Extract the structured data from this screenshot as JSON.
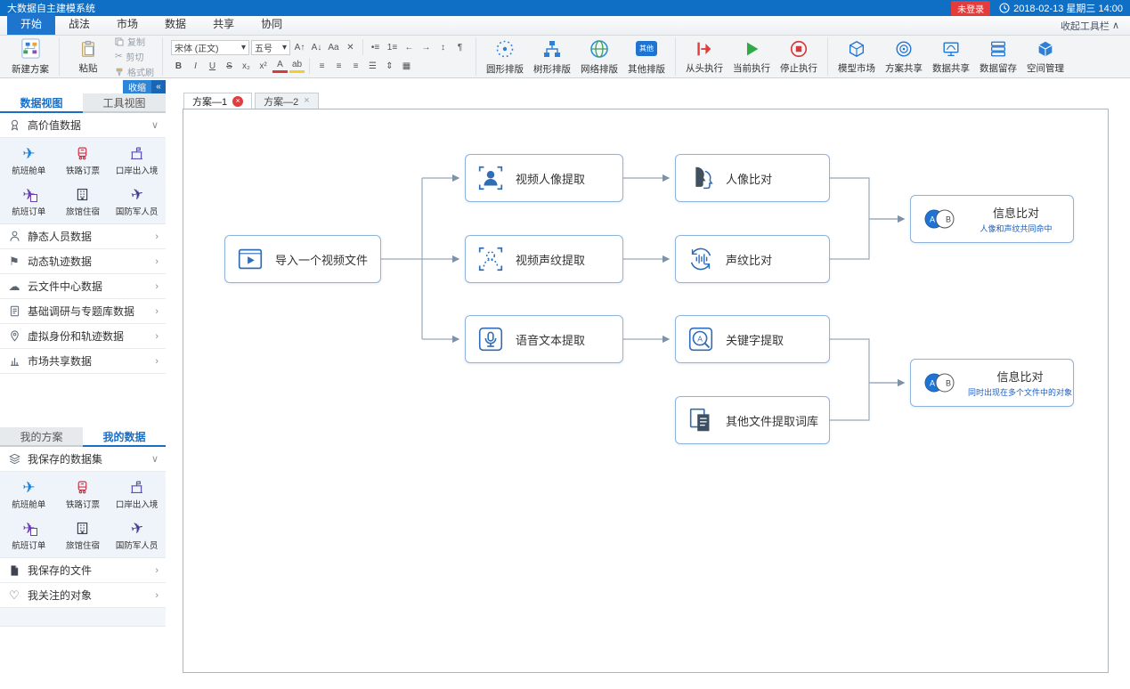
{
  "titlebar": {
    "title": "大数据自主建模系统",
    "login_status": "未登录",
    "datetime": "2018-02-13 星期三 14:00"
  },
  "ribbon": {
    "tabs": [
      {
        "label": "开始"
      },
      {
        "label": "战法"
      },
      {
        "label": "市场"
      },
      {
        "label": "数据"
      },
      {
        "label": "共享"
      },
      {
        "label": "协同"
      }
    ],
    "collapse_label": "收起工具栏",
    "new_plan": "新建方案",
    "clipboard": {
      "paste": "粘贴",
      "copy": "复制",
      "cut": "剪切",
      "format_painter": "格式刷"
    },
    "font": {
      "family": "宋体 (正文)",
      "size": "五号"
    },
    "font_row1": [
      "A↑",
      "A↓",
      "Aa",
      "✕",
      "•≡",
      "1≡",
      "←",
      "→",
      "↕",
      "¶"
    ],
    "font_row2": [
      "B",
      "I",
      "U",
      "S",
      "x₂",
      "x²",
      "A",
      "ab",
      "≡",
      "≡",
      "≡",
      "☰",
      "⇕",
      "▦"
    ],
    "layouts": [
      {
        "label": "圆形排版"
      },
      {
        "label": "树形排版"
      },
      {
        "label": "网络排版"
      },
      {
        "label": "其他排版",
        "badge": "其他"
      }
    ],
    "run": [
      {
        "label": "从头执行"
      },
      {
        "label": "当前执行"
      },
      {
        "label": "停止执行"
      }
    ],
    "manage": [
      {
        "label": "模型市场"
      },
      {
        "label": "方案共享"
      },
      {
        "label": "数据共享"
      },
      {
        "label": "数据留存"
      },
      {
        "label": "空间管理"
      }
    ]
  },
  "sidebar": {
    "collapse_button": "收缩",
    "view_tabs": [
      {
        "label": "数据视图"
      },
      {
        "label": "工具视图"
      }
    ],
    "section_high_value": "高价值数据",
    "dataset_items": [
      {
        "label": "航班舱单"
      },
      {
        "label": "铁路订票"
      },
      {
        "label": "口岸出入境"
      },
      {
        "label": "航班订单"
      },
      {
        "label": "旅馆住宿"
      },
      {
        "label": "国防军人员"
      }
    ],
    "collapsed_sections": [
      {
        "label": "静态人员数据"
      },
      {
        "label": "动态轨迹数据"
      },
      {
        "label": "云文件中心数据"
      },
      {
        "label": "基础调研与专题库数据"
      },
      {
        "label": "虚拟身份和轨迹数据"
      },
      {
        "label": "市场共享数据"
      }
    ],
    "lower_tabs": [
      {
        "label": "我的方案"
      },
      {
        "label": "我的数据"
      }
    ],
    "section_saved": "我保存的数据集",
    "bottom_sections": [
      {
        "label": "我保存的文件"
      },
      {
        "label": "我关注的对象"
      }
    ]
  },
  "canvas": {
    "tabs": [
      {
        "label": "方案—1"
      },
      {
        "label": "方案—2"
      }
    ],
    "nodes": [
      {
        "label": "导入一个视频文件"
      },
      {
        "label": "视频人像提取"
      },
      {
        "label": "视频声纹提取"
      },
      {
        "label": "语音文本提取"
      },
      {
        "label": "人像比对"
      },
      {
        "label": "声纹比对"
      },
      {
        "label": "关键字提取"
      },
      {
        "label": "其他文件提取词库"
      },
      {
        "label": "信息比对",
        "subtitle": "人像和声纹共同命中"
      },
      {
        "label": "信息比对",
        "subtitle": "同时出现在多个文件中的对象"
      }
    ]
  },
  "colors": {
    "titlebar": "#0f6fc5",
    "accent": "#1f74cd",
    "login_badge": "#e23c3c",
    "node_border": "#8fb2da",
    "subtitle_blue": "#1d5fc2"
  },
  "icons": {
    "close": "×",
    "dropdown": "▾",
    "chevron_down": "∨",
    "chevron_right": "›",
    "chevron_up": "∧",
    "double_left": "«",
    "plane": "✈",
    "cloud": "☁",
    "flag": "⚑",
    "heart": "♡",
    "scissors": "✂",
    "venn_a": "A",
    "venn_b": "B",
    "keyword_letter": "A"
  }
}
